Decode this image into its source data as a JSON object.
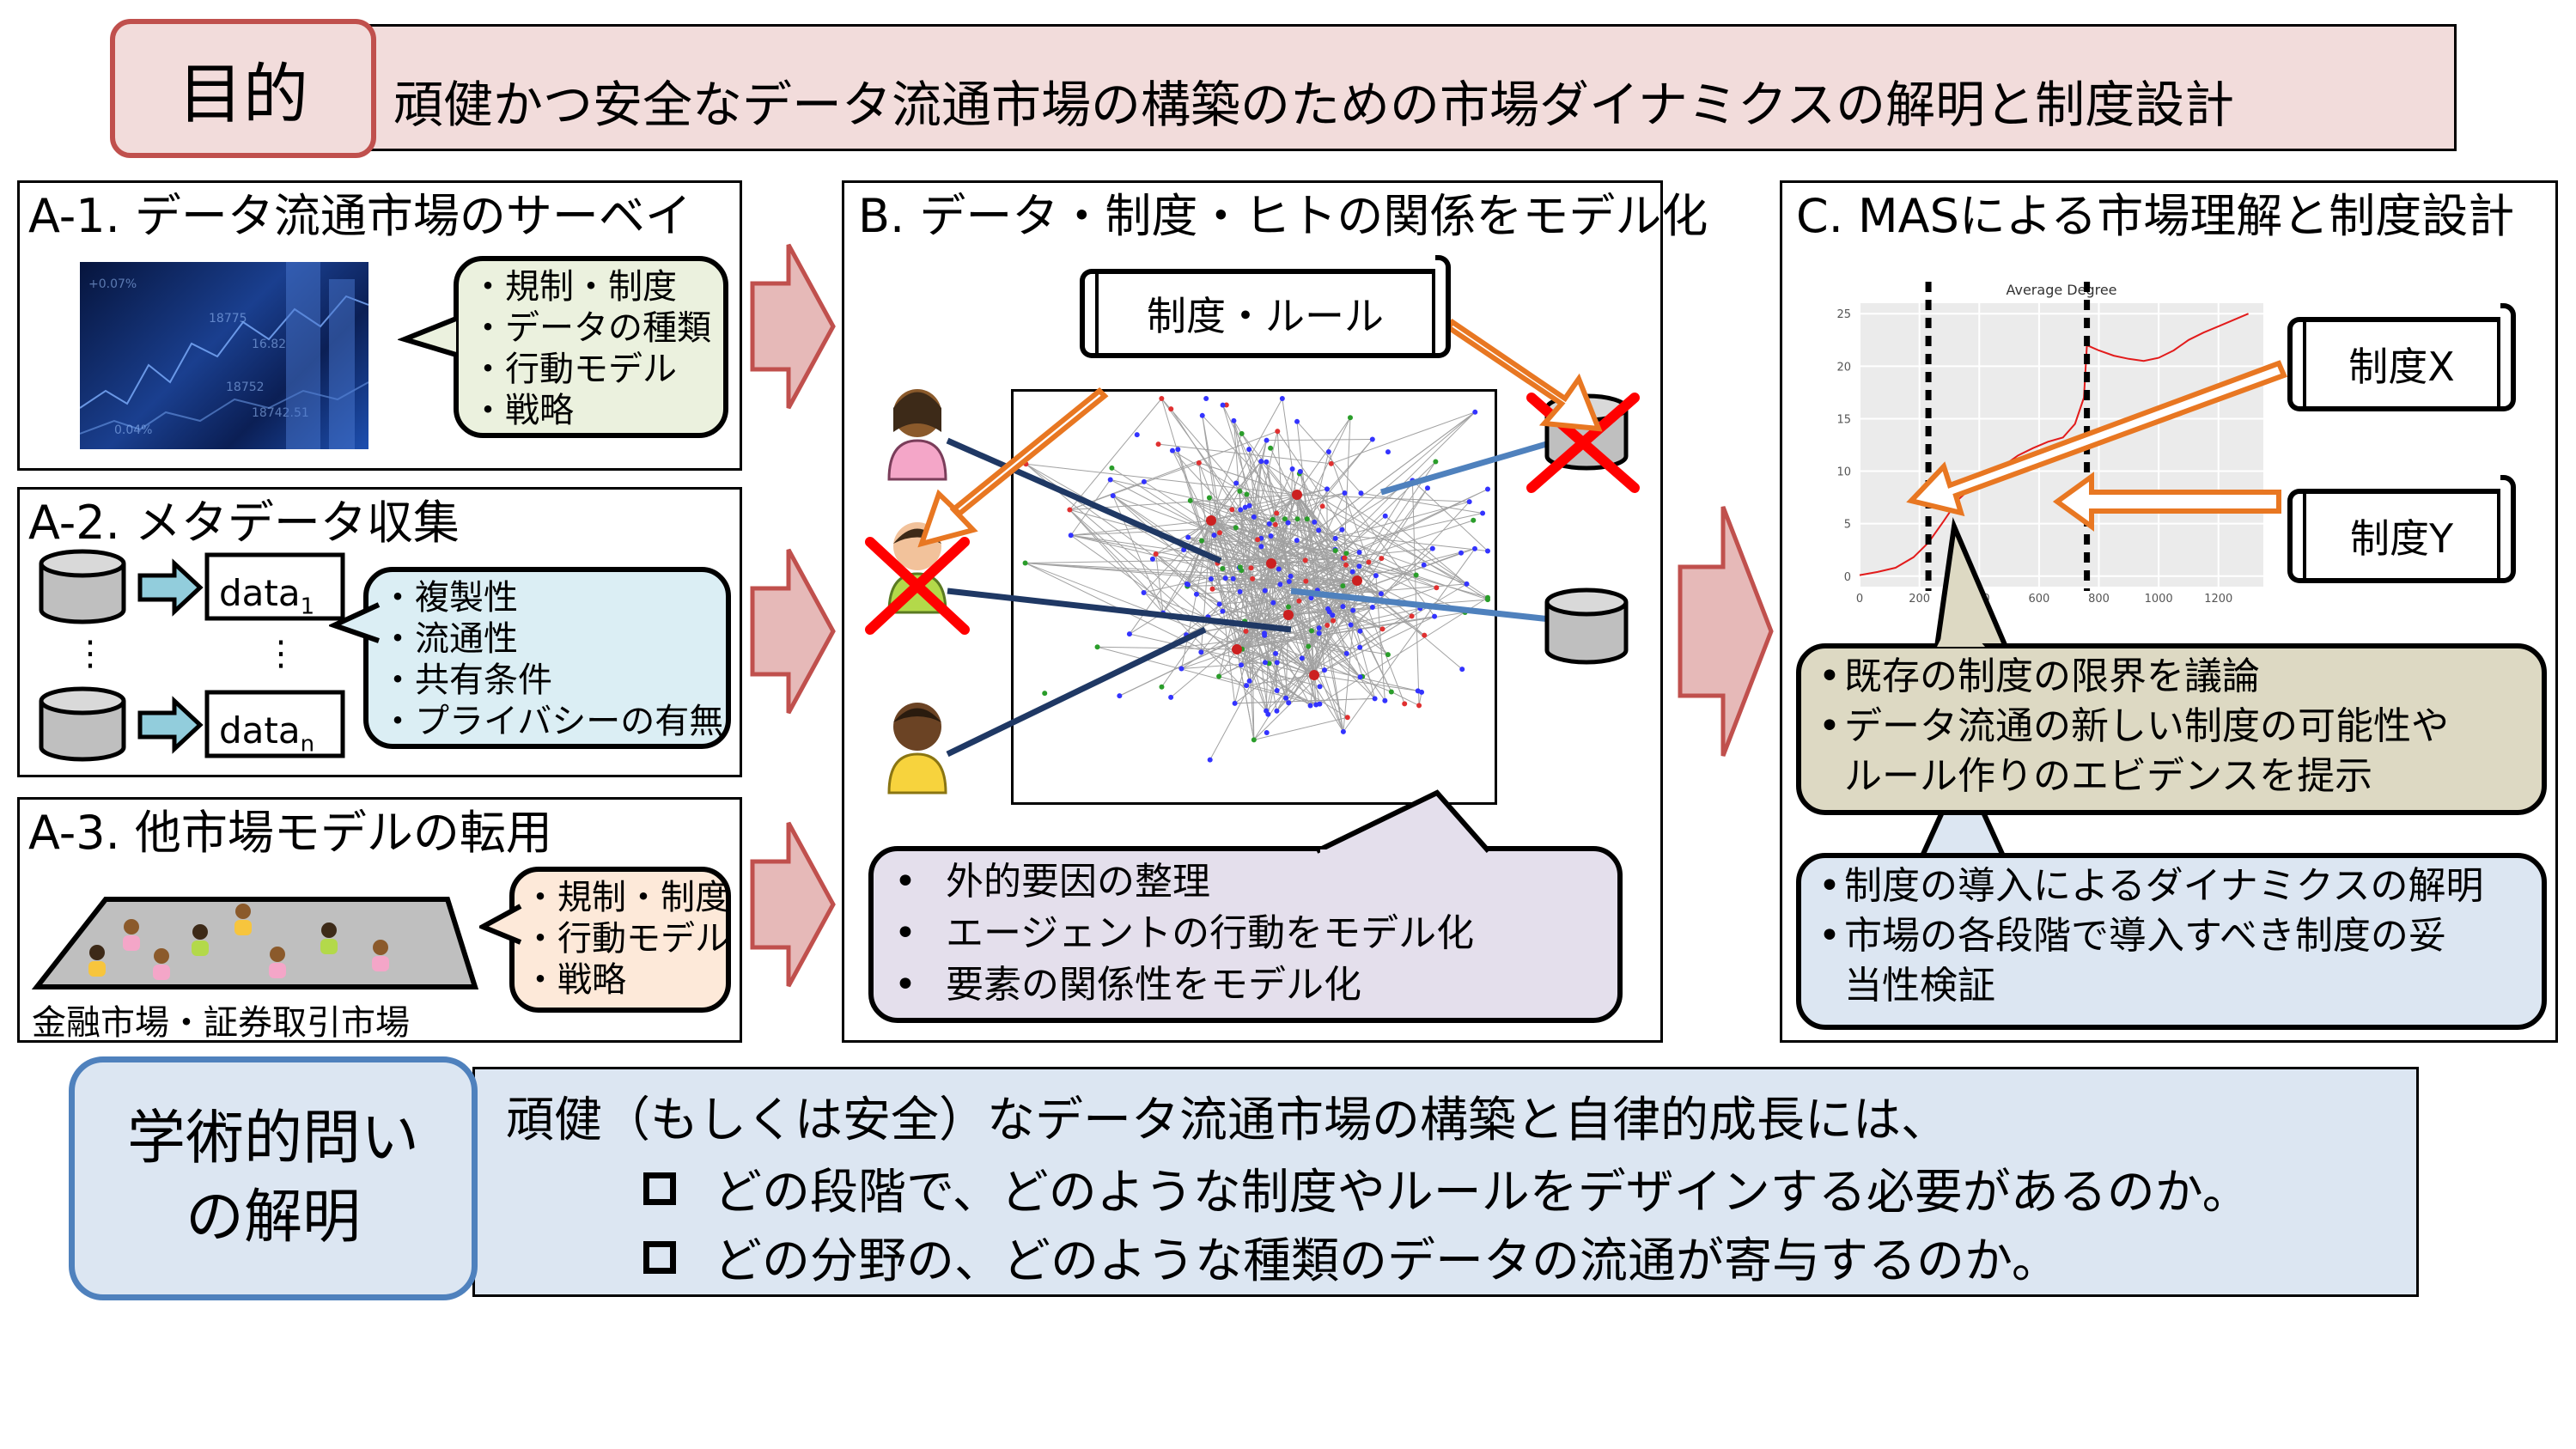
{
  "goal": {
    "label": "目的",
    "text": "頑健かつ安全なデータ流通市場の構築のための市場ダイナミクスの解明と制度設計"
  },
  "a1": {
    "title": "A-1. データ流通市場のサーベイ",
    "items": [
      "・規制・制度",
      "・データの種類",
      "・行動モデル",
      "・戦略"
    ]
  },
  "a2": {
    "title": "A-2. メタデータ収集",
    "data_label": "data",
    "sub_first": "1",
    "sub_last": "n",
    "ellipsis": "⋮",
    "items": [
      "・複製性",
      "・流通性",
      "・共有条件",
      "・プライバシーの有無"
    ]
  },
  "a3": {
    "title": "A-3. 他市場モデルの転用",
    "caption": "金融市場・証券取引市場",
    "items": [
      "・規制・制度",
      "・行動モデル",
      "・戦略"
    ]
  },
  "b": {
    "title": "B. データ・制度・ヒトの関係をモデル化",
    "scroll_label": "制度・ルール",
    "bullets": [
      "外的要因の整理",
      "エージェントの行動をモデル化",
      "要素の関係性をモデル化"
    ]
  },
  "c": {
    "title": "C. MASによる市場理解と制度設計",
    "scroll_x": "制度X",
    "scroll_y": "制度Y",
    "upper_bullets": [
      "既存の制度の限界を議論",
      "データ流通の新しい制度の可能性や\nルール作りのエビデンスを提示"
    ],
    "lower_bullets": [
      "制度の導入によるダイナミクスの解明",
      "市場の各段階で導入すべき制度の妥\n当性検証"
    ]
  },
  "academic": {
    "label": "学術的問い\nの解明",
    "line1": "頑健（もしくは安全）なデータ流通市場の構築と自律的成長には、",
    "line2": "どの段階で、どのような制度やルールをデザインする必要があるのか。",
    "line3": "どの分野の、どのような種類のデータの流通が寄与するのか。"
  },
  "chart_data": {
    "type": "line",
    "title": "Average Degree",
    "xticks": [
      0,
      200,
      400,
      600,
      800,
      1000,
      1200
    ],
    "yticks": [
      0,
      5,
      10,
      15,
      20,
      25
    ],
    "xlim": [
      0,
      1350
    ],
    "ylim": [
      -1,
      26
    ],
    "vlines": [
      230,
      760
    ],
    "x": [
      0,
      60,
      120,
      180,
      230,
      280,
      330,
      380,
      430,
      480,
      530,
      580,
      630,
      680,
      720,
      750,
      760,
      800,
      850,
      900,
      950,
      1000,
      1050,
      1100,
      1150,
      1200,
      1250,
      1300
    ],
    "y": [
      0.1,
      0.4,
      0.8,
      1.8,
      3.2,
      5.2,
      7.3,
      8.6,
      9.4,
      10.5,
      11.5,
      12.2,
      12.8,
      13.2,
      14.5,
      17,
      22,
      21.5,
      21,
      20.7,
      20.5,
      20.8,
      21.5,
      22.5,
      23.2,
      23.8,
      24.4,
      25
    ],
    "line_color": "#e21b1b",
    "grid": true
  },
  "colors": {
    "goal_fill": "#f2dcdb",
    "goal_border": "#c0504d",
    "big_arrow_fill": "#e6b9b8",
    "orange_arrow": "#e87722",
    "navy_line": "#1f3864",
    "steel_line": "#4f81bd",
    "a1_bubble": "#ebf1de",
    "a2_bubble": "#dbeef4",
    "a3_bubble": "#fde9d9",
    "b_bubble": "#e4dfec",
    "c_upper_bubble": "#ddd9c3",
    "c_lower_bubble": "#dce6f2",
    "academic_fill": "#dce6f2",
    "academic_border": "#4f81bd",
    "red_cross": "#ff0000"
  }
}
